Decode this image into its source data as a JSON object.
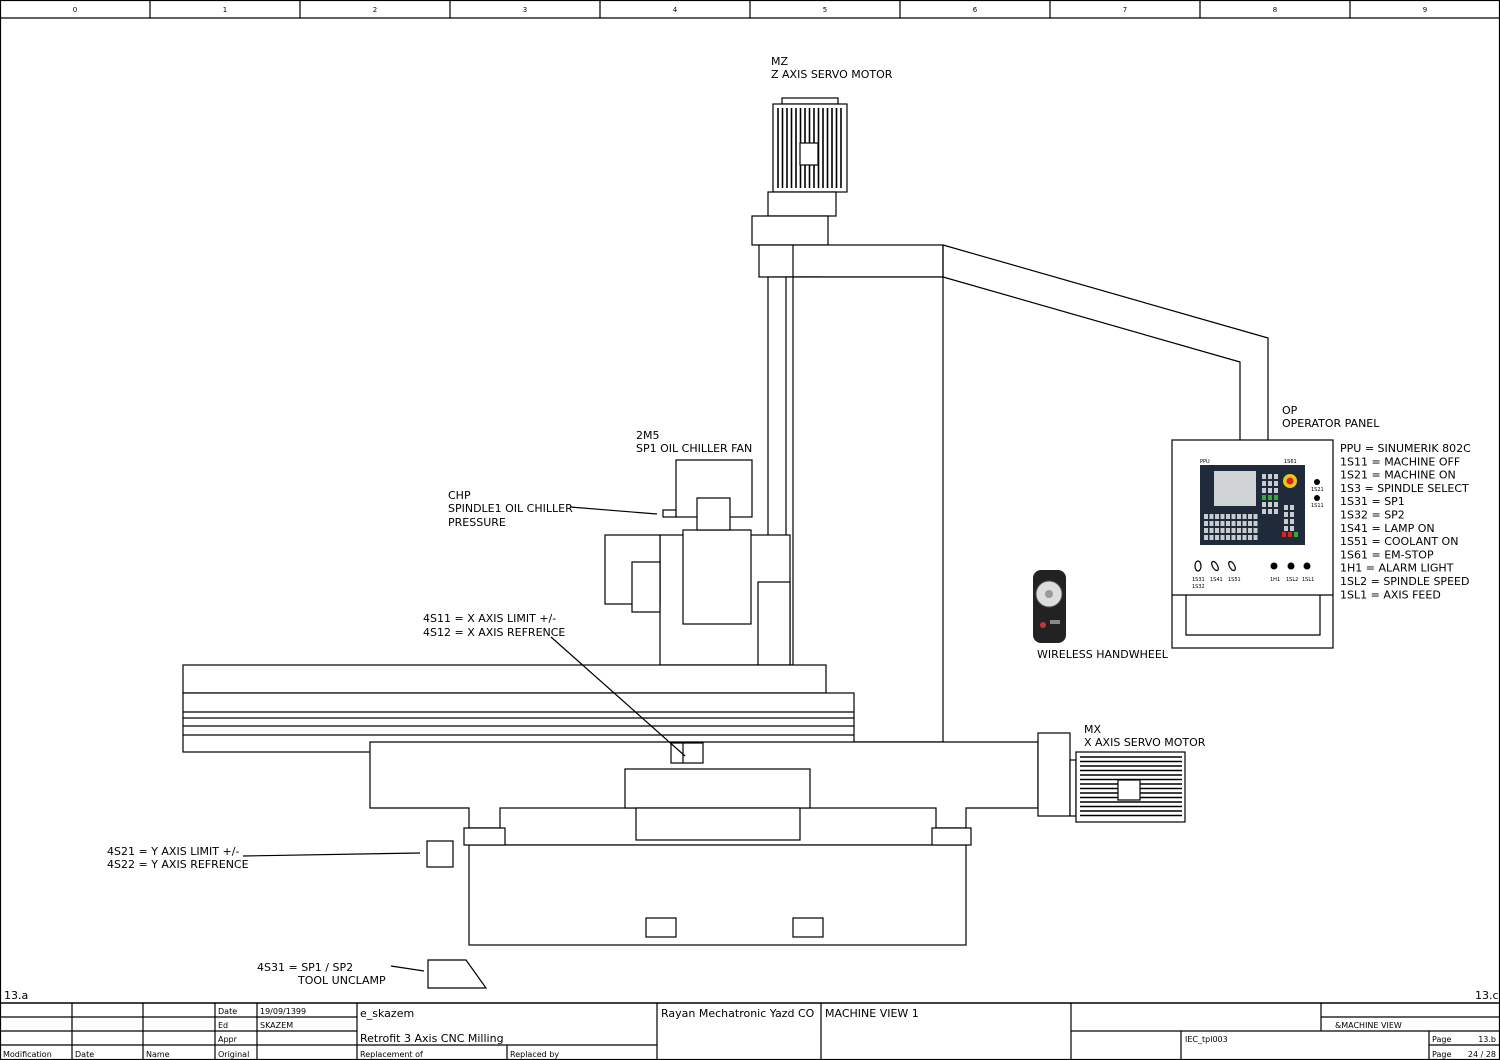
{
  "ruler": [
    "0",
    "1",
    "2",
    "3",
    "4",
    "5",
    "6",
    "7",
    "8",
    "9"
  ],
  "labels": {
    "mz_tag": "MZ",
    "mz_desc": "Z AXIS SERVO MOTOR",
    "op_tag": "OP",
    "op_desc": "OPERATOR PANEL",
    "m5_tag": "2M5",
    "m5_desc": "SP1 OIL CHILLER FAN",
    "chp_tag": "CHP",
    "chp_desc1": "SPINDLE1 OIL CHILLER",
    "chp_desc2": "PRESSURE",
    "x_limit1": "4S11 = X AXIS LIMIT +/-",
    "x_limit2": "4S12 = X AXIS REFRENCE",
    "handwheel": "WIRELESS HANDWHEEL",
    "mx_tag": "MX",
    "mx_desc": "X AXIS SERVO MOTOR",
    "y_limit1": "4S21 = Y AXIS LIMIT +/-",
    "y_limit2": "4S22 = Y AXIS REFRENCE",
    "unclamp1": "4S31 = SP1 / SP2",
    "unclamp2": "TOOL UNCLAMP",
    "prev_page": "13.a",
    "next_page": "13.c"
  },
  "panel": {
    "ppu_label": "PPU",
    "estop_label": "1S61",
    "btn_1s21": "1S21",
    "btn_1s11": "1S11",
    "sel_1s31": "1S31",
    "sel_1s32": "1S32",
    "sel_1s41": "1S41",
    "sel_1s51": "1S51",
    "lamp_1h1": "1H1",
    "pot_1sl2": "1SL2",
    "pot_1sl1": "1SL1"
  },
  "legend": [
    "PPU = SINUMERIK 802C",
    "1S11 = MACHINE OFF",
    "1S21 = MACHINE ON",
    "1S3 = SPINDLE SELECT",
    "1S31 = SP1",
    "1S32 = SP2",
    "1S41 = LAMP ON",
    "1S51 = COOLANT ON",
    "1S61 = EM-STOP",
    "1H1 = ALARM LIGHT",
    "1SL2 = SPINDLE SPEED",
    "1SL1 = AXIS FEED"
  ],
  "title_block": {
    "date_label": "Date",
    "date_value": "19/09/1399",
    "ed_label": "Ed",
    "ed_value": "SKAZEM",
    "appr_label": "Appr",
    "original_label": "Original",
    "modification": "Modification",
    "date_col": "Date",
    "name_col": "Name",
    "author": "e_skazem",
    "project": "Retrofit 3 Axis CNC Milling",
    "replacement_of": "Replacement of",
    "replaced_by": "Replaced by",
    "company": "Rayan Mechatronic Yazd CO",
    "sheet_title": "MACHINE VIEW 1",
    "sheet_tag": "&MACHINE VIEW",
    "template": "IEC_tpl003",
    "page_label1": "Page",
    "page_value1": "13.b",
    "page_label2": "Page",
    "page_value2": "24 / 28"
  }
}
